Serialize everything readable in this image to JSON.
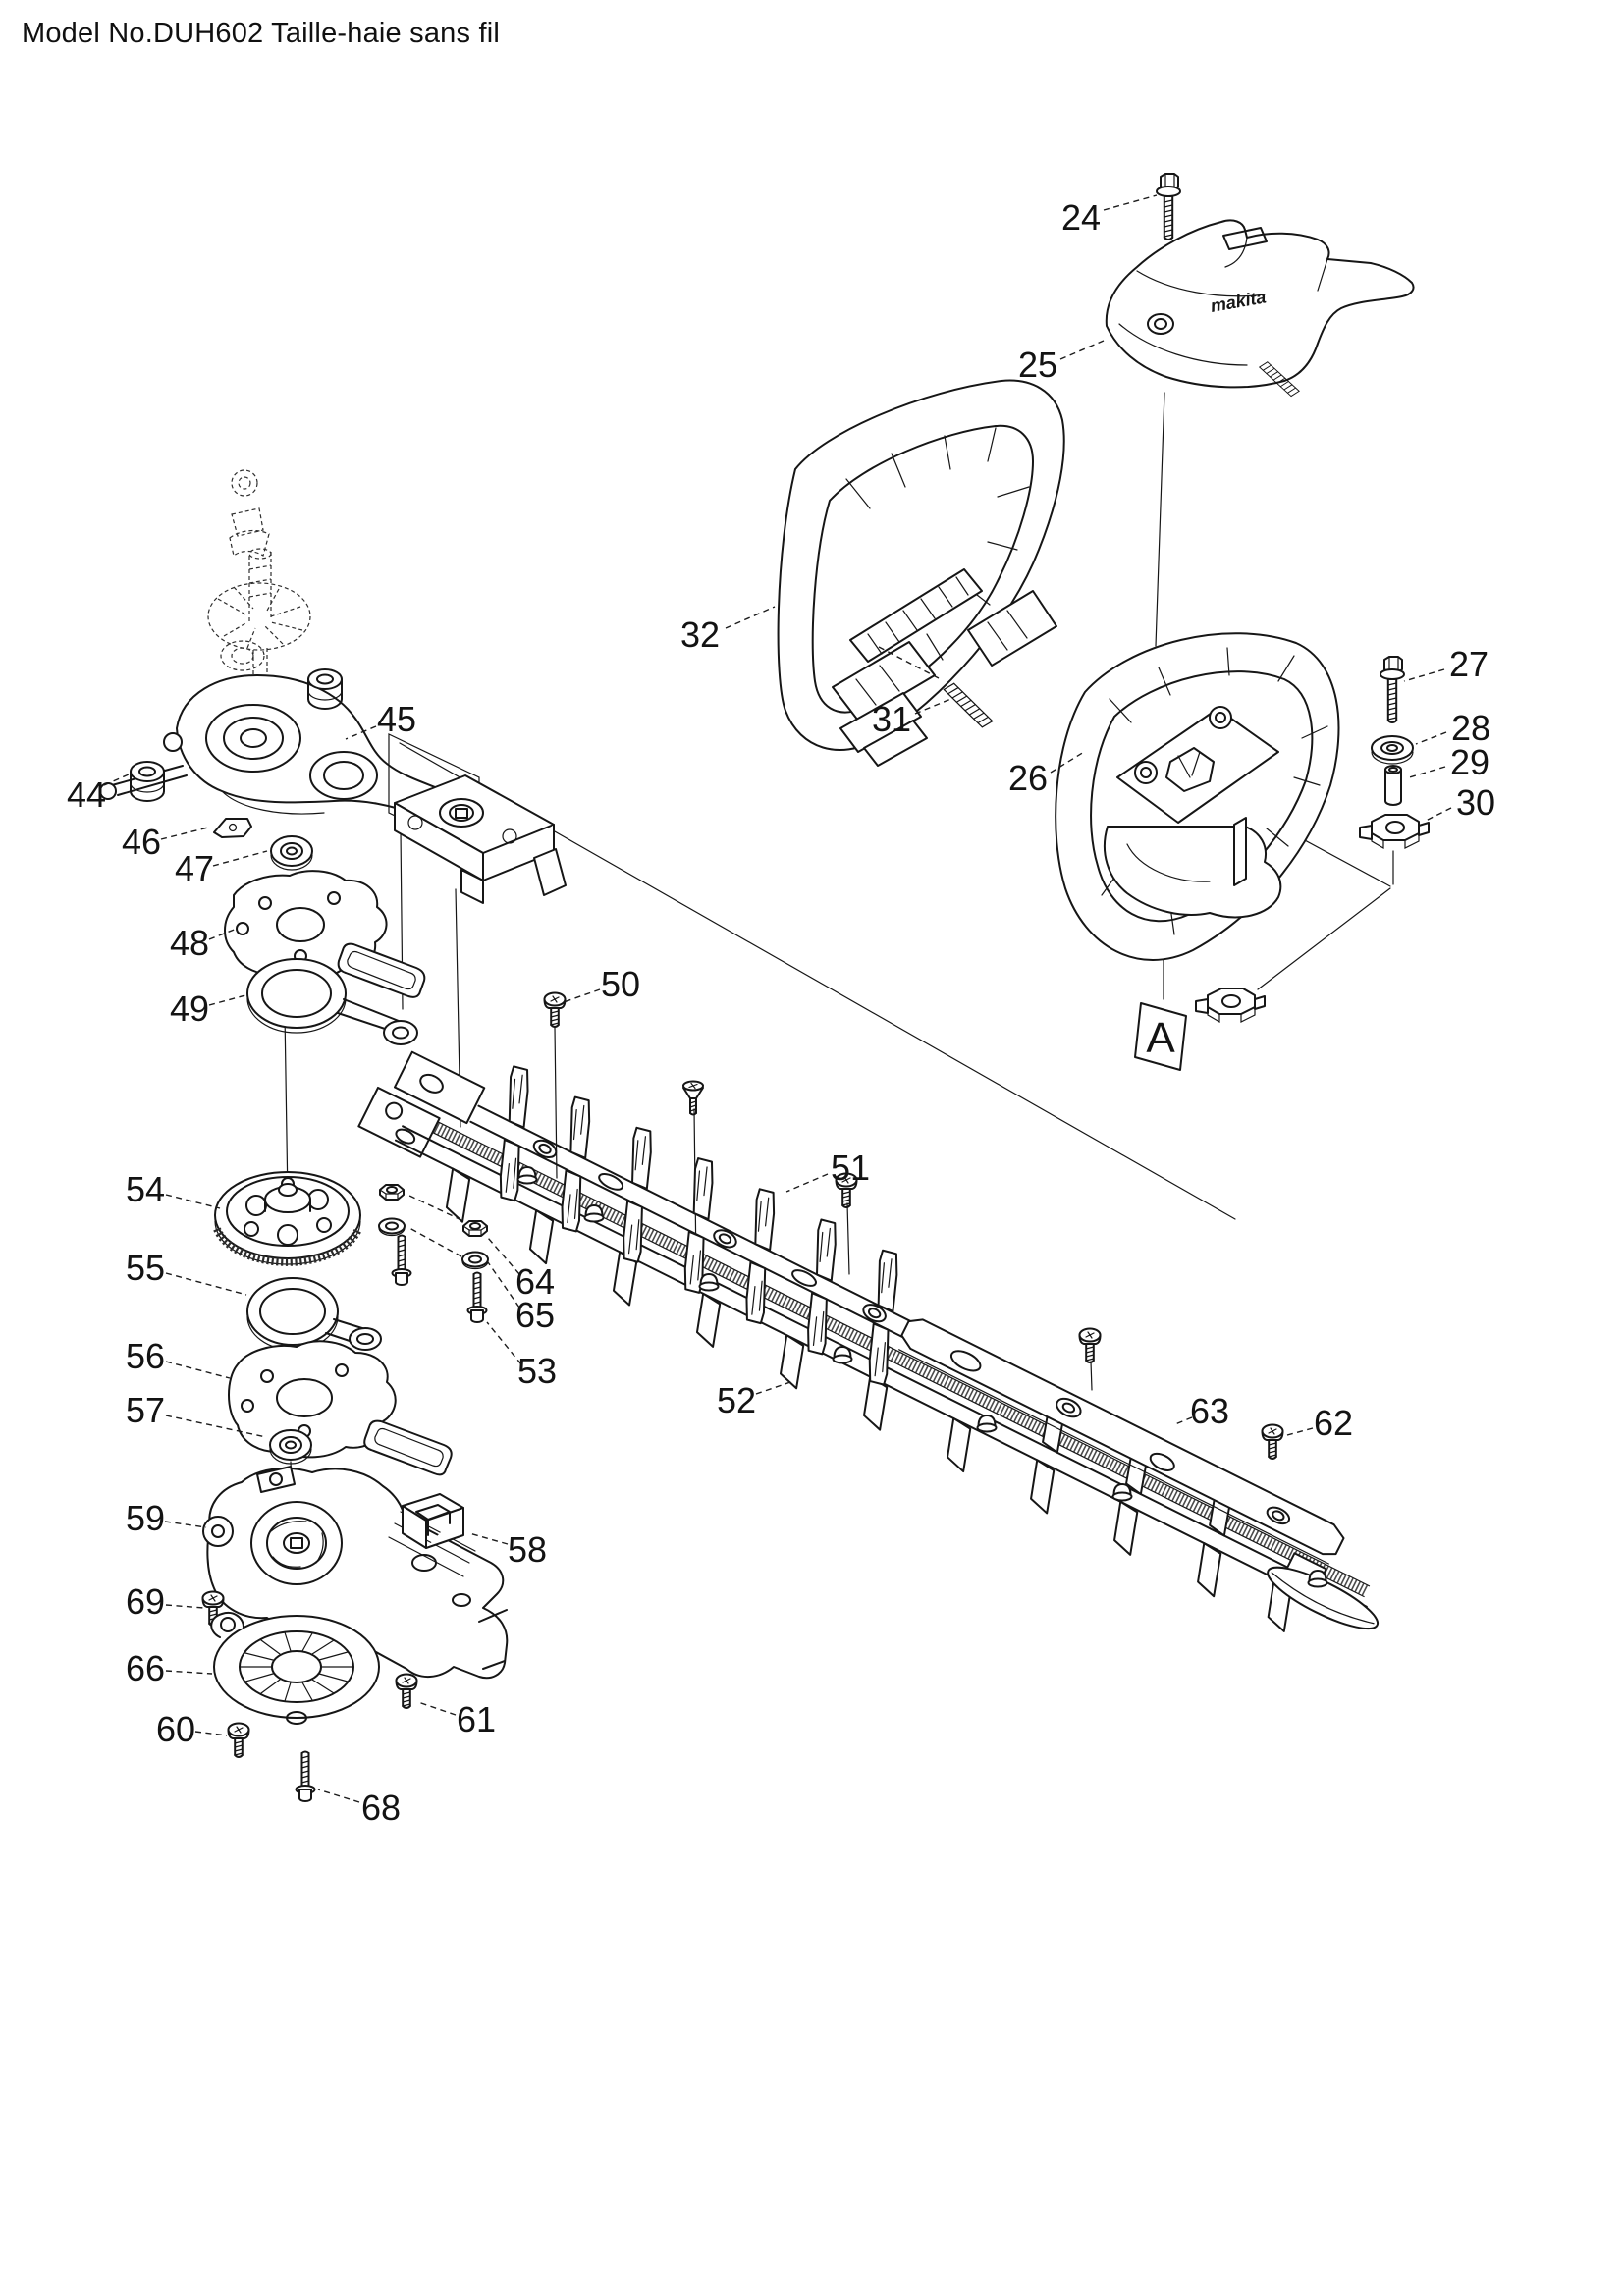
{
  "title": "Model No.DUH602 Taille-haie sans fil",
  "brand_logo": "makita",
  "detail_marker": "A",
  "labels": {
    "24": "24",
    "25": "25",
    "26": "26",
    "27": "27",
    "28": "28",
    "29": "29",
    "30": "30",
    "31": "31",
    "32": "32",
    "44": "44",
    "45": "45",
    "46": "46",
    "47": "47",
    "48": "48",
    "49": "49",
    "50": "50",
    "51": "51",
    "52": "52",
    "53": "53",
    "54": "54",
    "55": "55",
    "56": "56",
    "57": "57",
    "58": "58",
    "59": "59",
    "60": "60",
    "61": "61",
    "62": "62",
    "63": "63",
    "64": "64",
    "65": "65",
    "66": "66",
    "68": "68",
    "69": "69"
  }
}
